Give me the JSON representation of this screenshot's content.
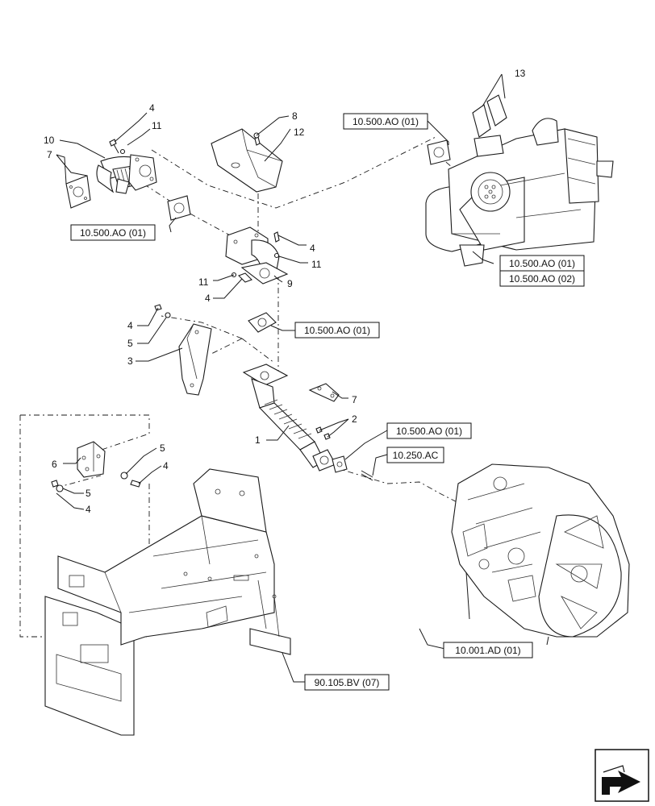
{
  "callouts": {
    "c13": "13",
    "c4a": "4",
    "c11a": "11",
    "c10": "10",
    "c7a": "7",
    "c8": "8",
    "c12": "12",
    "c4b": "4",
    "c11b": "11",
    "c9": "9",
    "c11c": "11",
    "c4c": "4",
    "c4d": "4",
    "c5a": "5",
    "c3": "3",
    "c7b": "7",
    "c2": "2",
    "c1": "1",
    "c6": "6",
    "c5b": "5",
    "c4e": "4",
    "c5c": "5",
    "c4f": "4"
  },
  "references": {
    "r1": "10.500.AO (01)",
    "r2": "10.500.AO (01)",
    "r3": "10.500.AO (01)",
    "r4": "10.500.AO (02)",
    "r5": "10.500.AO (01)",
    "r6": "10.500.AO (01)",
    "r7": "10.250.AC",
    "r8": "10.001.AD (01)",
    "r9": "90.105.BV (07)"
  },
  "nav_icon": "next-page-arrow-icon"
}
